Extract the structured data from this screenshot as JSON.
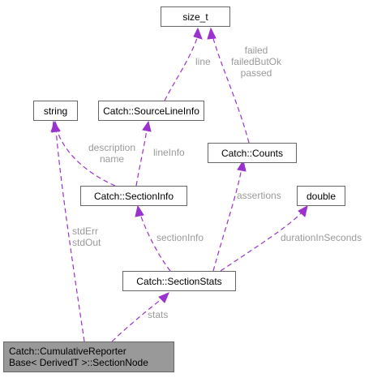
{
  "nodes": {
    "size_t": "size_t",
    "string": "string",
    "source_line_info": "Catch::SourceLineInfo",
    "counts": "Catch::Counts",
    "section_info": "Catch::SectionInfo",
    "double": "double",
    "section_stats": "Catch::SectionStats",
    "section_node_line1": "Catch::CumulativeReporter",
    "section_node_line2": "Base< DerivedT >::SectionNode"
  },
  "edge_labels": {
    "line": "line",
    "failed": "failed",
    "failed_but_ok": "failedButOk",
    "passed": "passed",
    "description": "description",
    "name": "name",
    "line_info": "lineInfo",
    "assertions": "assertions",
    "std_err": "stdErr",
    "std_out": "stdOut",
    "section_info": "sectionInfo",
    "duration_in_seconds": "durationInSeconds",
    "stats": "stats"
  },
  "colors": {
    "edge": "#9a32cd",
    "label": "#9a9a9a",
    "node_border": "#666666",
    "highlight_fill": "#999999"
  }
}
